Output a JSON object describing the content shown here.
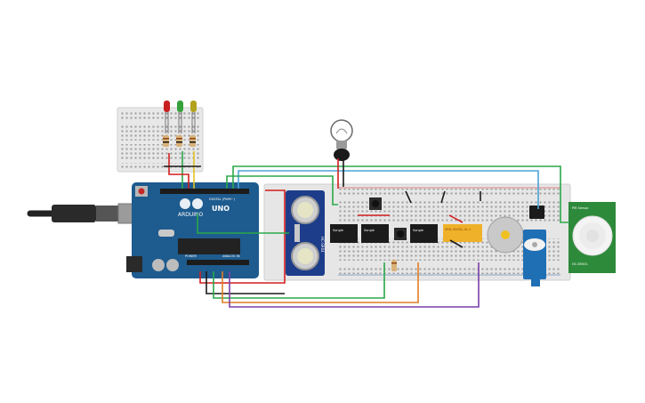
{
  "arduino": {
    "brand": "ARDUINO",
    "model": "UNO",
    "digital_label": "DIGITAL (PWM~)",
    "power_label": "POWER",
    "analog_label": "ANALOG IN"
  },
  "ultrasonic": {
    "label": "HC-SR04"
  },
  "relays": [
    {
      "label": "Songle"
    },
    {
      "label": "Songle"
    },
    {
      "label": "Songle"
    }
  ],
  "relay_module": {
    "label": "SRD-05VDC-SL-C"
  },
  "pir": {
    "label": "HC-SR501",
    "top_label": "PIR Sensor"
  },
  "colors": {
    "board_blue": "#1e5b8e",
    "breadboard": "#e6e6e6",
    "wire_red": "#d21f1f",
    "wire_green": "#2aa84a",
    "wire_black": "#1a1a1a",
    "wire_orange": "#e27d22",
    "wire_purple": "#7d3fa8",
    "wire_yellow": "#e2c324",
    "wire_blue": "#4aa3d8",
    "led_red": "#c8201f",
    "led_green": "#35a13a",
    "led_yellow": "#b3a21c",
    "servo_blue": "#1f6fb5",
    "pir_green": "#2d8a3a"
  }
}
